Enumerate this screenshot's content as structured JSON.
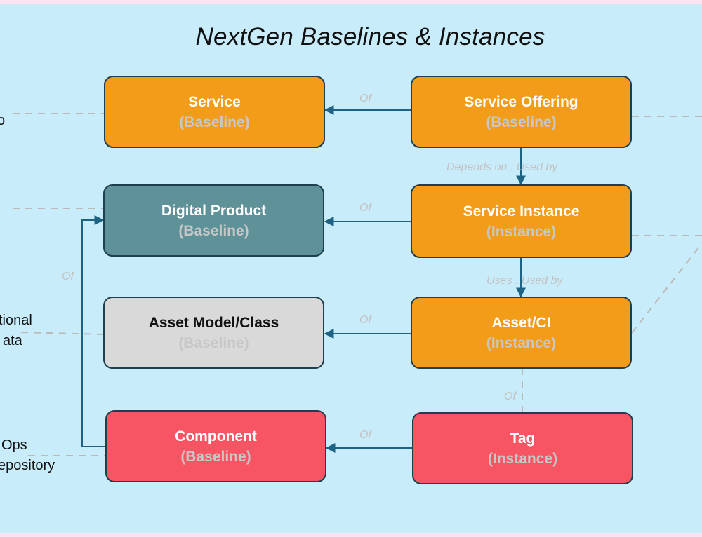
{
  "title": "NextGen Baselines & Instances",
  "nodes": {
    "service": {
      "name": "Service",
      "type": "(Baseline)"
    },
    "service_offering": {
      "name": "Service Offering",
      "type": "(Baseline)"
    },
    "digital_product": {
      "name": "Digital Product",
      "type": "(Baseline)"
    },
    "service_instance": {
      "name": "Service Instance",
      "type": "(Instance)"
    },
    "asset_model": {
      "name": "Asset Model/Class",
      "type": "(Baseline)"
    },
    "asset_ci": {
      "name": "Asset/CI",
      "type": "(Instance)"
    },
    "component": {
      "name": "Component",
      "type": "(Baseline)"
    },
    "tag": {
      "name": "Tag",
      "type": "(Instance)"
    }
  },
  "edges": {
    "offering_to_service": "Of",
    "offering_to_instance": "Depends on : Used by",
    "instance_to_product": "Of",
    "instance_to_asset": "Uses : Used by",
    "asset_to_model": "Of",
    "tag_to_asset": "Of",
    "tag_to_component": "Of",
    "component_to_product": "Of"
  },
  "side_labels": {
    "left_row1": "o",
    "left_row3_line1": "tional",
    "left_row3_line2": "ata",
    "left_row4_line1": "Ops",
    "left_row4_line2": "epository"
  },
  "colors": {
    "background": "#c9ecfa",
    "frame": "#fbe3f1",
    "baseline_service": "#f29c1a",
    "digital_product": "#5f9199",
    "asset_model": "#d9d9d9",
    "component_tag": "#f75563",
    "connector": "#1f6384",
    "dashed": "#b9b9b9"
  }
}
